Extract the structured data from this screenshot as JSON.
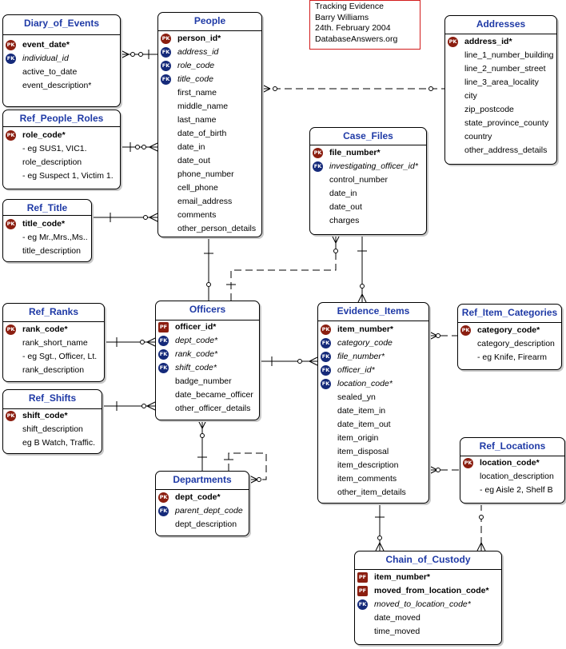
{
  "note": {
    "lines": [
      "Tracking Evidence",
      "Barry Williams",
      "24th. February 2004",
      "DatabaseAnswers.org"
    ]
  },
  "entities": {
    "diary_of_events": {
      "title": "Diary_of_Events",
      "attributes": [
        {
          "key": "PK",
          "name": "event_date*",
          "style": "bold"
        },
        {
          "key": "FK",
          "name": "individual_id",
          "style": "italic"
        },
        {
          "key": "",
          "name": "active_to_date",
          "style": "normal"
        },
        {
          "key": "",
          "name": "event_description*",
          "style": "normal"
        }
      ]
    },
    "ref_people_roles": {
      "title": "Ref_People_Roles",
      "attributes": [
        {
          "key": "PK",
          "name": "role_code*",
          "style": "bold"
        },
        {
          "key": "",
          "name": "- eg SUS1, VIC1.",
          "style": "normal"
        },
        {
          "key": "",
          "name": "role_description",
          "style": "normal"
        },
        {
          "key": "",
          "name": "- eg Suspect 1, Victim 1.",
          "style": "normal"
        }
      ]
    },
    "ref_title": {
      "title": "Ref_Title",
      "attributes": [
        {
          "key": "PK",
          "name": "title_code*",
          "style": "bold"
        },
        {
          "key": "",
          "name": "- eg Mr.,Mrs.,Ms..",
          "style": "normal"
        },
        {
          "key": "",
          "name": "title_description",
          "style": "normal"
        }
      ]
    },
    "people": {
      "title": "People",
      "attributes": [
        {
          "key": "PK",
          "name": "person_id*",
          "style": "bold"
        },
        {
          "key": "FK",
          "name": "address_id",
          "style": "italic"
        },
        {
          "key": "FK",
          "name": "role_code",
          "style": "italic"
        },
        {
          "key": "FK",
          "name": "title_code",
          "style": "italic"
        },
        {
          "key": "",
          "name": "first_name",
          "style": "normal"
        },
        {
          "key": "",
          "name": "middle_name",
          "style": "normal"
        },
        {
          "key": "",
          "name": "last_name",
          "style": "normal"
        },
        {
          "key": "",
          "name": "date_of_birth",
          "style": "normal"
        },
        {
          "key": "",
          "name": "date_in",
          "style": "normal"
        },
        {
          "key": "",
          "name": "date_out",
          "style": "normal"
        },
        {
          "key": "",
          "name": "phone_number",
          "style": "normal"
        },
        {
          "key": "",
          "name": "cell_phone",
          "style": "normal"
        },
        {
          "key": "",
          "name": "email_address",
          "style": "normal"
        },
        {
          "key": "",
          "name": "comments",
          "style": "normal"
        },
        {
          "key": "",
          "name": "other_person_details",
          "style": "normal"
        }
      ]
    },
    "addresses": {
      "title": "Addresses",
      "attributes": [
        {
          "key": "PK",
          "name": "address_id*",
          "style": "bold"
        },
        {
          "key": "",
          "name": "line_1_number_building",
          "style": "normal"
        },
        {
          "key": "",
          "name": "line_2_number_street",
          "style": "normal"
        },
        {
          "key": "",
          "name": "line_3_area_locality",
          "style": "normal"
        },
        {
          "key": "",
          "name": "city",
          "style": "normal"
        },
        {
          "key": "",
          "name": "zip_postcode",
          "style": "normal"
        },
        {
          "key": "",
          "name": "state_province_county",
          "style": "normal"
        },
        {
          "key": "",
          "name": "country",
          "style": "normal"
        },
        {
          "key": "",
          "name": "other_address_details",
          "style": "normal"
        }
      ]
    },
    "case_files": {
      "title": "Case_Files",
      "attributes": [
        {
          "key": "PK",
          "name": "file_number*",
          "style": "bold"
        },
        {
          "key": "FK",
          "name": "investigating_officer_id*",
          "style": "italic"
        },
        {
          "key": "",
          "name": "control_number",
          "style": "normal"
        },
        {
          "key": "",
          "name": "date_in",
          "style": "normal"
        },
        {
          "key": "",
          "name": "date_out",
          "style": "normal"
        },
        {
          "key": "",
          "name": "charges",
          "style": "normal"
        }
      ]
    },
    "ref_ranks": {
      "title": "Ref_Ranks",
      "attributes": [
        {
          "key": "PK",
          "name": "rank_code*",
          "style": "bold"
        },
        {
          "key": "",
          "name": "rank_short_name",
          "style": "normal"
        },
        {
          "key": "",
          "name": "- eg Sgt., Officer, Lt.",
          "style": "normal"
        },
        {
          "key": "",
          "name": "rank_description",
          "style": "normal"
        }
      ]
    },
    "ref_shifts": {
      "title": "Ref_Shifts",
      "attributes": [
        {
          "key": "PK",
          "name": "shift_code*",
          "style": "bold"
        },
        {
          "key": "",
          "name": "shift_description",
          "style": "normal"
        },
        {
          "key": "",
          "name": "eg B Watch, Traffic.",
          "style": "normal"
        }
      ]
    },
    "officers": {
      "title": "Officers",
      "attributes": [
        {
          "key": "PF",
          "name": "officer_id*",
          "style": "bold"
        },
        {
          "key": "FK",
          "name": "dept_code*",
          "style": "italic"
        },
        {
          "key": "FK",
          "name": "rank_code*",
          "style": "italic"
        },
        {
          "key": "FK",
          "name": "shift_code*",
          "style": "italic"
        },
        {
          "key": "",
          "name": "badge_number",
          "style": "normal"
        },
        {
          "key": "",
          "name": "date_became_officer",
          "style": "normal"
        },
        {
          "key": "",
          "name": "other_officer_details",
          "style": "normal"
        }
      ]
    },
    "evidence_items": {
      "title": "Evidence_Items",
      "attributes": [
        {
          "key": "PK",
          "name": "item_number*",
          "style": "bold"
        },
        {
          "key": "FK",
          "name": "category_code",
          "style": "italic"
        },
        {
          "key": "FK",
          "name": "file_number*",
          "style": "italic"
        },
        {
          "key": "FK",
          "name": "officer_id*",
          "style": "italic"
        },
        {
          "key": "FK",
          "name": "location_code*",
          "style": "italic"
        },
        {
          "key": "",
          "name": "sealed_yn",
          "style": "normal"
        },
        {
          "key": "",
          "name": "date_item_in",
          "style": "normal"
        },
        {
          "key": "",
          "name": "date_item_out",
          "style": "normal"
        },
        {
          "key": "",
          "name": "item_origin",
          "style": "normal"
        },
        {
          "key": "",
          "name": "item_disposal",
          "style": "normal"
        },
        {
          "key": "",
          "name": "item_description",
          "style": "normal"
        },
        {
          "key": "",
          "name": "item_comments",
          "style": "normal"
        },
        {
          "key": "",
          "name": "other_item_details",
          "style": "normal"
        }
      ]
    },
    "ref_item_categories": {
      "title": "Ref_Item_Categories",
      "attributes": [
        {
          "key": "PK",
          "name": "category_code*",
          "style": "bold"
        },
        {
          "key": "",
          "name": "category_description",
          "style": "normal"
        },
        {
          "key": "",
          "name": "- eg Knife, Firearm",
          "style": "normal"
        }
      ]
    },
    "ref_locations": {
      "title": "Ref_Locations",
      "attributes": [
        {
          "key": "PK",
          "name": "location_code*",
          "style": "bold"
        },
        {
          "key": "",
          "name": "location_description",
          "style": "normal"
        },
        {
          "key": "",
          "name": "- eg Aisle 2, Shelf B",
          "style": "normal"
        }
      ]
    },
    "departments": {
      "title": "Departments",
      "attributes": [
        {
          "key": "PK",
          "name": "dept_code*",
          "style": "bold"
        },
        {
          "key": "FK",
          "name": "parent_dept_code",
          "style": "italic"
        },
        {
          "key": "",
          "name": "dept_description",
          "style": "normal"
        }
      ]
    },
    "chain_of_custody": {
      "title": "Chain_of_Custody",
      "attributes": [
        {
          "key": "PF",
          "name": "item_number*",
          "style": "bold"
        },
        {
          "key": "PF",
          "name": "moved_from_location_code*",
          "style": "bold"
        },
        {
          "key": "FK",
          "name": "moved_to_location_code*",
          "style": "italic"
        },
        {
          "key": "",
          "name": "date_moved",
          "style": "normal"
        },
        {
          "key": "",
          "name": "time_moved",
          "style": "normal"
        }
      ]
    }
  },
  "relationships": [
    {
      "from": "people",
      "to": "diary_of_events",
      "type": "identifying"
    },
    {
      "from": "ref_people_roles",
      "to": "people",
      "type": "identifying"
    },
    {
      "from": "ref_title",
      "to": "people",
      "type": "identifying"
    },
    {
      "from": "addresses",
      "to": "people",
      "type": "non-identifying"
    },
    {
      "from": "people",
      "to": "officers",
      "type": "identifying"
    },
    {
      "from": "officers",
      "to": "case_files",
      "type": "non-identifying"
    },
    {
      "from": "case_files",
      "to": "evidence_items",
      "type": "identifying"
    },
    {
      "from": "ref_ranks",
      "to": "officers",
      "type": "identifying"
    },
    {
      "from": "ref_shifts",
      "to": "officers",
      "type": "identifying"
    },
    {
      "from": "officers",
      "to": "evidence_items",
      "type": "identifying"
    },
    {
      "from": "departments",
      "to": "officers",
      "type": "identifying"
    },
    {
      "from": "departments",
      "to": "departments",
      "type": "non-identifying"
    },
    {
      "from": "ref_item_categories",
      "to": "evidence_items",
      "type": "non-identifying"
    },
    {
      "from": "ref_locations",
      "to": "evidence_items",
      "type": "non-identifying"
    },
    {
      "from": "evidence_items",
      "to": "chain_of_custody",
      "type": "identifying"
    },
    {
      "from": "ref_locations",
      "to": "chain_of_custody",
      "type": "non-identifying"
    }
  ]
}
